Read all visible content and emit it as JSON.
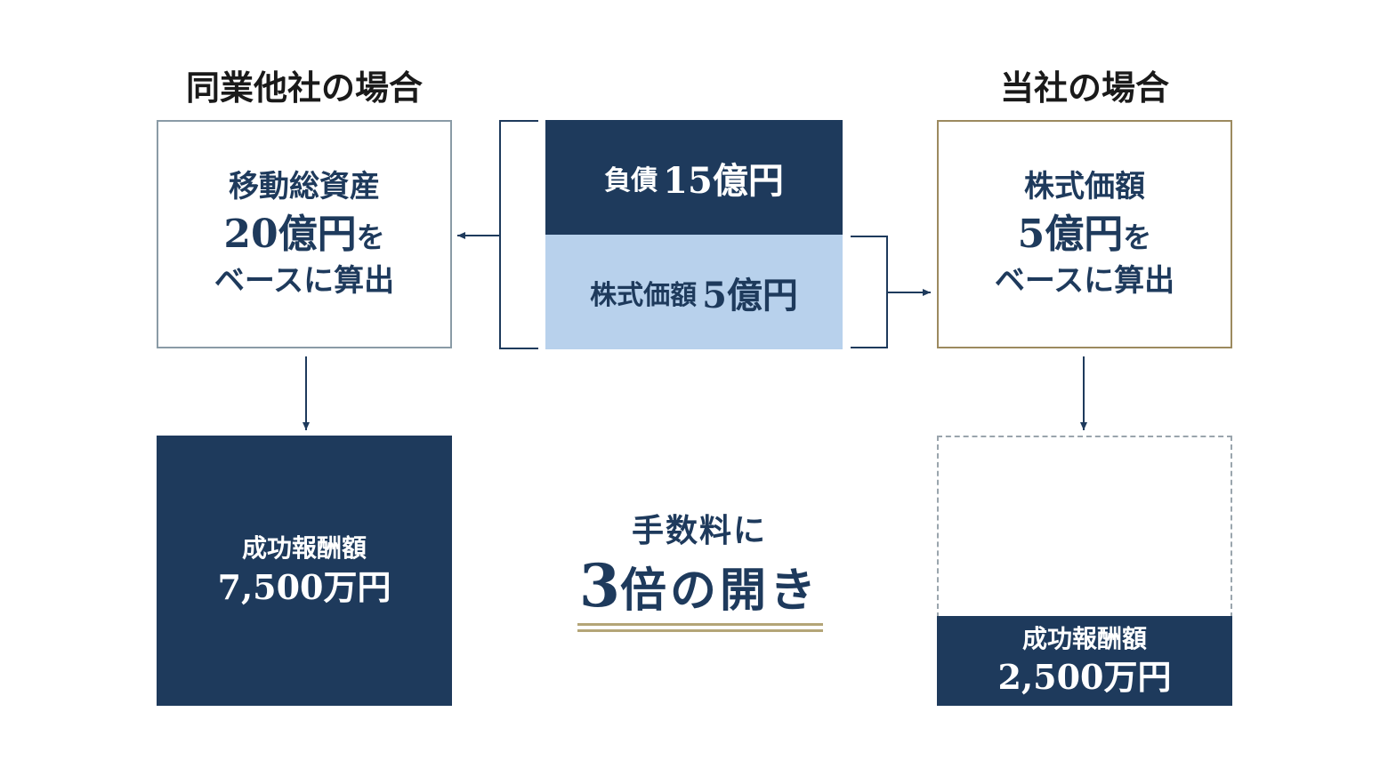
{
  "left": {
    "heading": "同業他社の場合",
    "box": {
      "line1": "移動総資産",
      "line2_value": "20億円",
      "line2_suffix": "を",
      "line3": "ベースに算出"
    },
    "result": {
      "label": "成功報酬額",
      "value": "7,500万円"
    }
  },
  "center": {
    "debt": {
      "label": "負債",
      "value": "15億円"
    },
    "equity": {
      "label": "株式価額",
      "value": "5億円"
    },
    "caption": {
      "line1": "手数料に",
      "number": "3",
      "text": "倍の開き"
    }
  },
  "right": {
    "heading": "当社の場合",
    "box": {
      "line1": "株式価額",
      "line2_value": "5億円",
      "line2_suffix": "を",
      "line3": "ベースに算出"
    },
    "result": {
      "label": "成功報酬額",
      "value": "2,500万円"
    }
  },
  "colors": {
    "navy": "#1e3a5c",
    "light_blue": "#b8d1ec",
    "gold": "#b4a577",
    "gray_border": "#8a9ba6"
  }
}
